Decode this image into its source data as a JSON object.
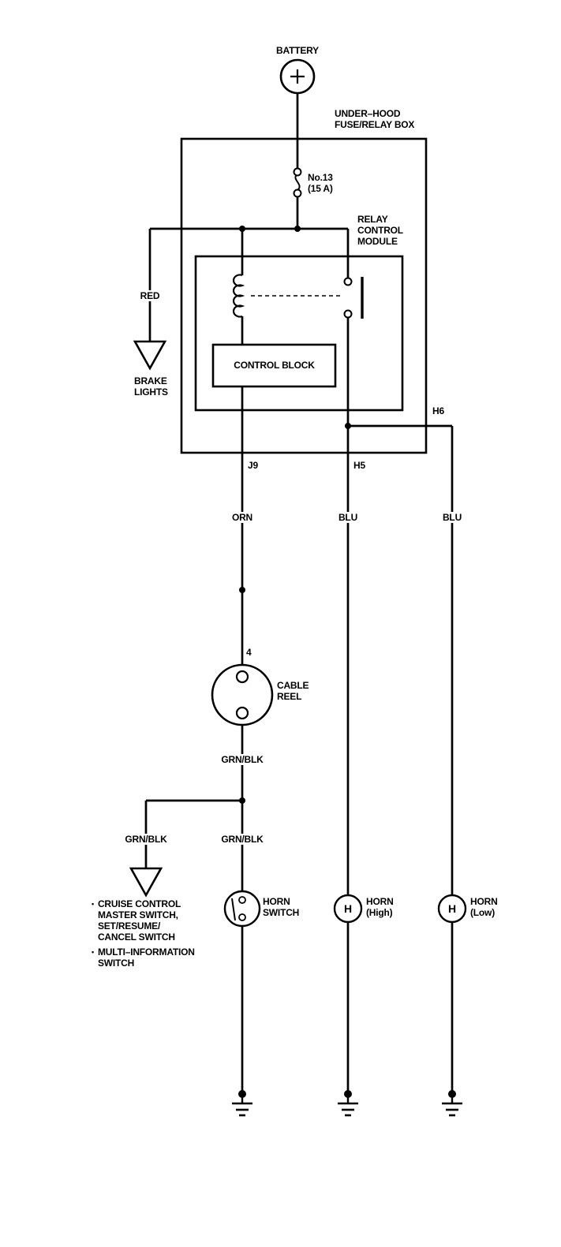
{
  "labels": {
    "battery": "BATTERY",
    "fuse_box": "UNDER–HOOD\nFUSE/RELAY BOX",
    "fuse": "No.13\n(15 A)",
    "relay_module": "RELAY\nCONTROL\nMODULE",
    "control_block": "CONTROL BLOCK",
    "wire_red": "RED",
    "brake_lights": "BRAKE\nLIGHTS",
    "connector_h6": "H6",
    "connector_j9": "J9",
    "connector_h5": "H5",
    "wire_orn": "ORN",
    "wire_blu_high": "BLU",
    "wire_blu_low": "BLU",
    "cable_reel_pin": "4",
    "cable_reel": "CABLE\nREEL",
    "wire_grnblk_upper": "GRN/BLK",
    "wire_grnblk_left": "GRN/BLK",
    "wire_grnblk_right": "GRN/BLK",
    "horn_switch": "HORN\nSWITCH",
    "horn_high": "HORN\n(High)",
    "horn_low": "HORN\n(Low)",
    "horn_high_symbol": "H",
    "horn_low_symbol": "H"
  },
  "switch_list": {
    "bullet": "•",
    "items": [
      {
        "text": "CRUISE CONTROL\nMASTER SWITCH,\nSET/RESUME/\nCANCEL SWITCH"
      },
      {
        "text": "MULTI–INFORMATION\nSWITCH"
      }
    ]
  },
  "colors": {
    "line": "#000000",
    "background": "#ffffff"
  }
}
